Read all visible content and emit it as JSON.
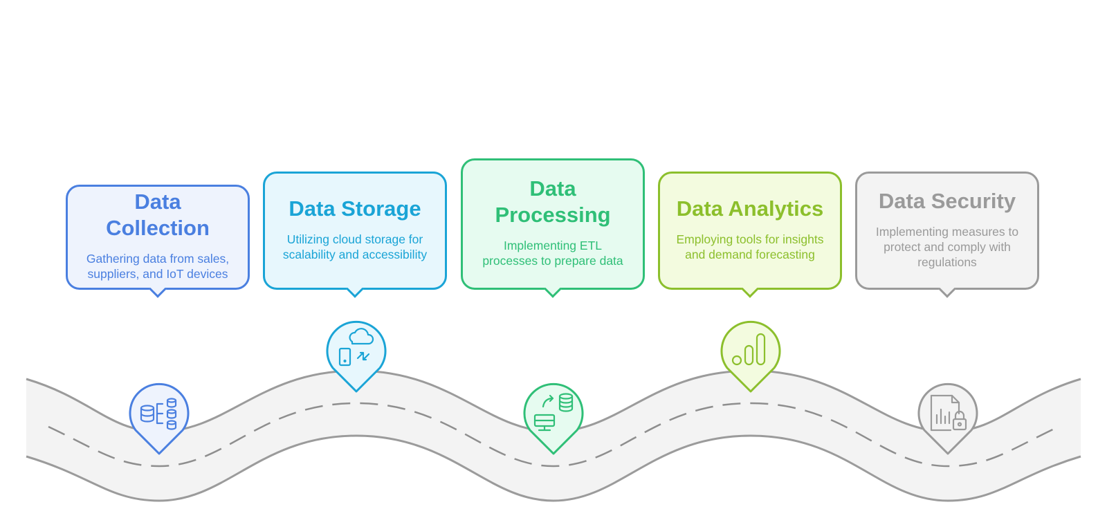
{
  "steps": [
    {
      "title": "Data Collection",
      "description": "Gathering data from sales, suppliers, and IoT devices",
      "icon": "database-hierarchy-icon",
      "color": "#4a7fe0"
    },
    {
      "title": "Data Storage",
      "description": "Utilizing cloud storage for scalability and accessibility",
      "icon": "cloud-sync-icon",
      "color": "#1aa4d6"
    },
    {
      "title": "Data Processing",
      "description": "Implementing ETL processes to prepare data",
      "icon": "database-transfer-icon",
      "color": "#2fbf77"
    },
    {
      "title": "Data Analytics",
      "description": "Employing tools for insights and demand forecasting",
      "icon": "bar-chart-icon",
      "color": "#8cbf2c"
    },
    {
      "title": "Data Security",
      "description": "Implementing measures to protect and comply with regulations",
      "icon": "secure-report-icon",
      "color": "#9a9a9a"
    }
  ]
}
